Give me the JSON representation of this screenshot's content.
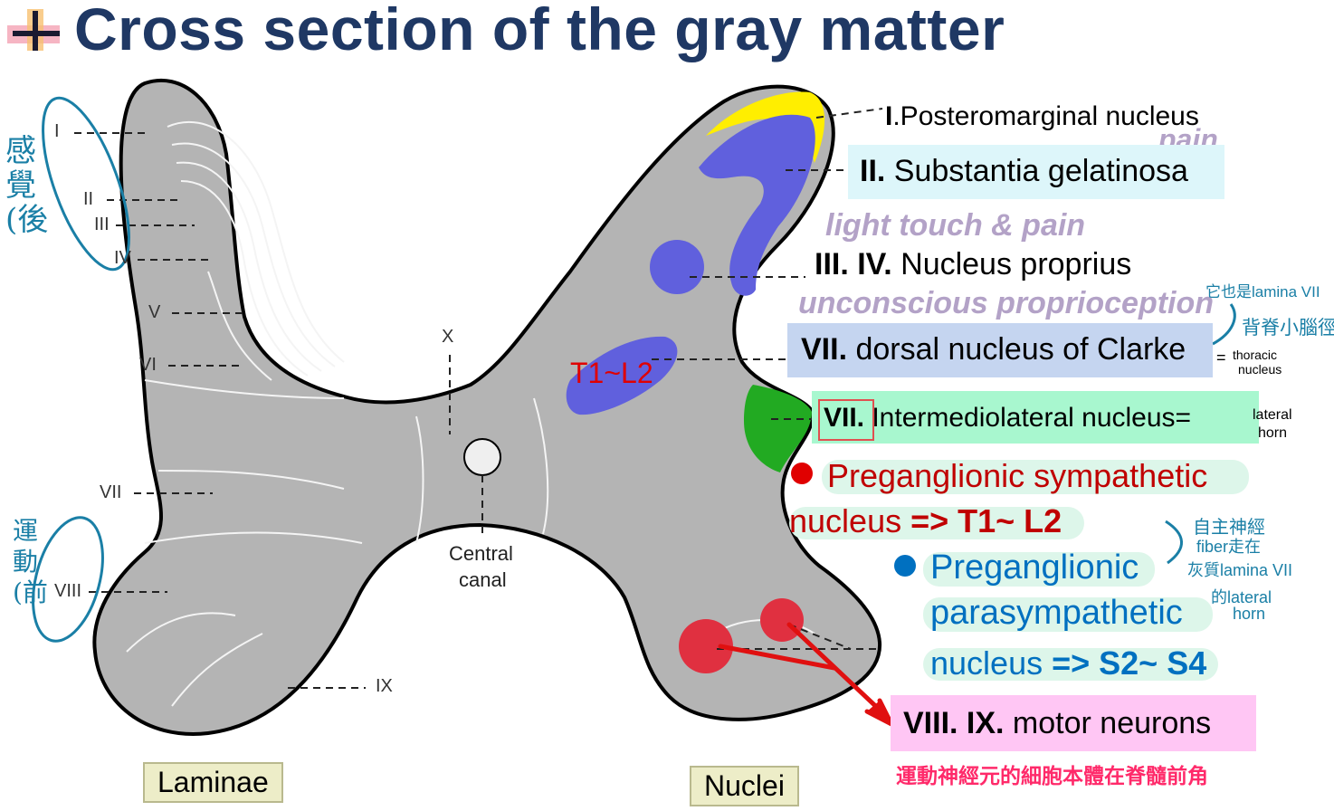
{
  "title": "Cross section of the gray matter",
  "diagram": {
    "roman_left": [
      "I",
      "II",
      "III",
      "IV",
      "V",
      "VI",
      "VII",
      "VIII",
      "IX"
    ],
    "roman_x": "X",
    "central_canal": [
      "Central",
      "canal"
    ],
    "t1_l2": "T1~L2",
    "laminae": "Laminae",
    "nuclei": "Nuclei"
  },
  "handwriting": {
    "sensory": "感覺(後",
    "motor": "運動(前"
  },
  "labels": {
    "posteromarginal": {
      "num": "I",
      "text": ".Posteromarginal nucleus"
    },
    "pain": "pain",
    "gelatinosa": {
      "num": "II.",
      "text": " Substantia gelatinosa"
    },
    "light_touch": "light touch & pain",
    "proprius": {
      "num": "III. IV.",
      "text": " Nucleus proprius"
    },
    "unconscious": "unconscious proprioception",
    "clarke": {
      "num": "VII.",
      "text": " dorsal nucleus  of Clarke"
    },
    "clarke_note_top": "它也是lamina VII",
    "clarke_note_mid": "背脊小腦徑",
    "clarke_note_eq": "=",
    "clarke_note_thoracic": "thoracic",
    "clarke_note_nucleus": "nucleus",
    "intermedio": {
      "num": "VII.",
      "text": " Intermediolateral nucleus",
      "eq": "="
    },
    "lateral_horn_note": [
      "lateral",
      "horn"
    ],
    "sympathetic_line1": "Preganglionic sympathetic",
    "sympathetic_line2a": "nucleus ",
    "sympathetic_line2b": "=> T1~ L2",
    "parasym_line1": "Preganglionic",
    "parasym_line2": "parasympathetic",
    "parasym_line3a": "nucleus ",
    "parasym_line3b": "=> S2~ S4",
    "autonomic_note": [
      "自主神經",
      "fiber走在",
      "灰質lamina VII",
      "的lateral",
      "horn"
    ],
    "motor": {
      "num": "VIII. IX.",
      "text": " motor neurons"
    },
    "motor_note": "運動神經元的細胞本體在脊髓前角"
  },
  "colors": {
    "title": "#1f3864",
    "gray_matter": "#b4b4b4",
    "blue_nucleus": "#6060dd",
    "yellow": "#ffee00",
    "green": "#22aa22",
    "red_nucleus": "#e03040",
    "purple_note": "#b3a2c7",
    "pen_blue": "#1a7fa6",
    "red_text": "#c00000",
    "blue_text": "#0070c0",
    "cyan_box": "#ddf6fa",
    "blue_box": "#c5d5f0",
    "green_box": "#a8f7cf",
    "pink_box": "#ffc6f4"
  }
}
